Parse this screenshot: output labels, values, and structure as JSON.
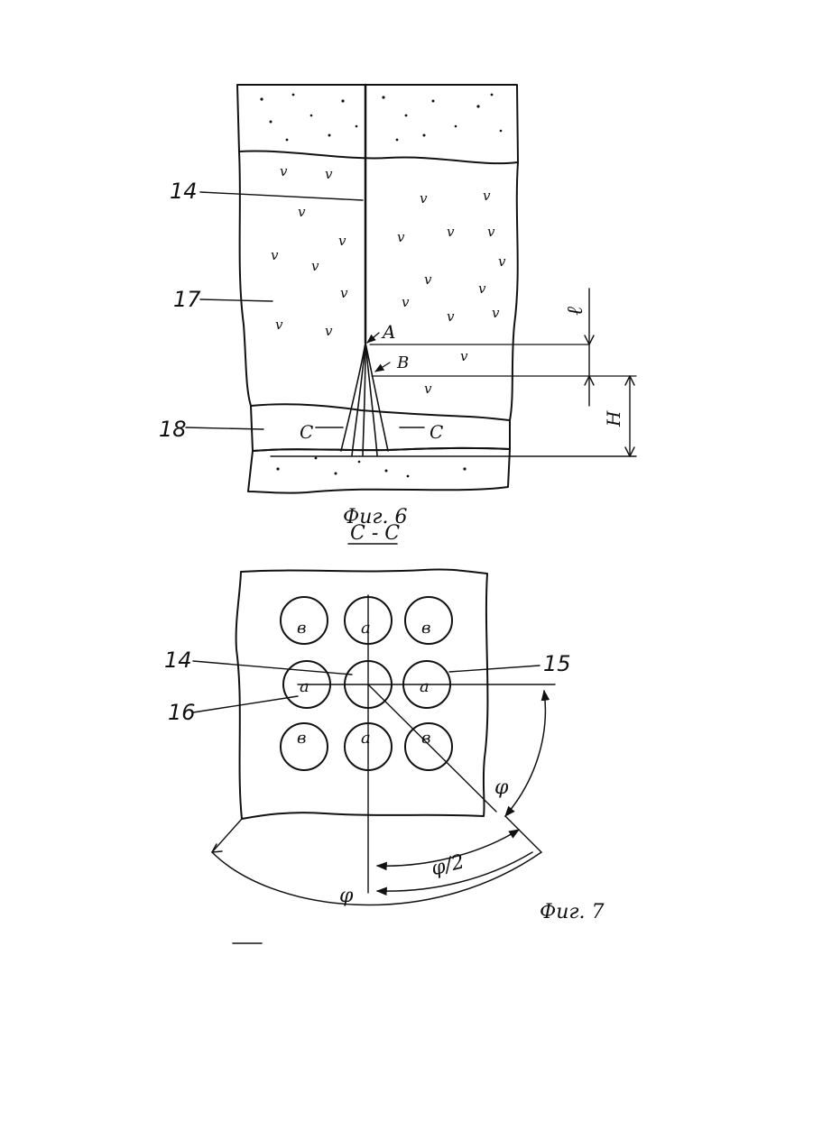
{
  "figure6": {
    "caption": "Фиг. 6",
    "callouts": {
      "c14": "14",
      "c17": "17",
      "c18": "18"
    },
    "point_a": "A",
    "point_b": "B",
    "dim_l": "ℓ",
    "dim_h": "H",
    "section_c_left": "C",
    "section_c_right": "C",
    "soil_marks": [
      "v",
      "v",
      "v",
      "v",
      "v",
      "v",
      "v",
      "v",
      "v",
      "v",
      "v",
      "v",
      "v",
      "v",
      "v",
      "v",
      "v",
      "v",
      "v",
      "v",
      "v",
      "v"
    ]
  },
  "section_title": "C - C",
  "figure7": {
    "caption": "Фиг. 7",
    "callouts": {
      "c14": "14",
      "c15": "15",
      "c16": "16"
    },
    "circle_labels": [
      "в",
      "a",
      "в",
      "a",
      "",
      "a",
      "в",
      "a",
      "в"
    ],
    "angle_phi_right": "φ",
    "angle_half_phi": "φ/2",
    "angle_phi_bottom": "φ"
  }
}
